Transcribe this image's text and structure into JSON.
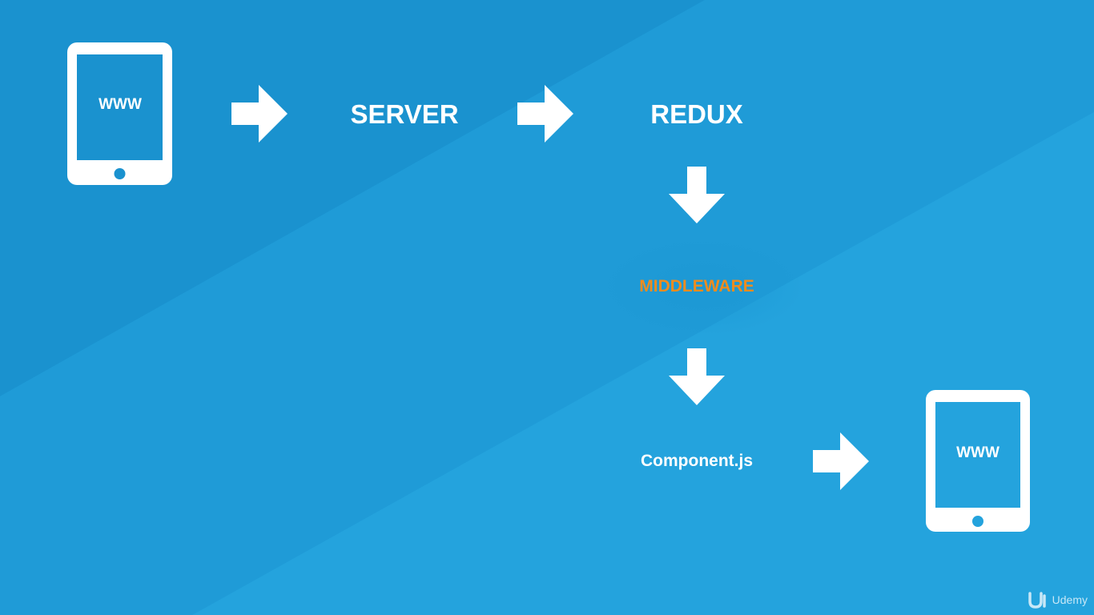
{
  "diagram": {
    "source_device_text": "WWW",
    "server_label": "SERVER",
    "redux_label": "REDUX",
    "middleware_label": "MIDDLEWARE",
    "component_label": "Component.js",
    "target_device_text": "WWW"
  },
  "watermark": {
    "text": "Udemy"
  },
  "colors": {
    "background_light": "#24a3dd",
    "background_dark": "#1a92cf",
    "middleware_text": "#ef8c1e",
    "foreground": "#ffffff"
  }
}
